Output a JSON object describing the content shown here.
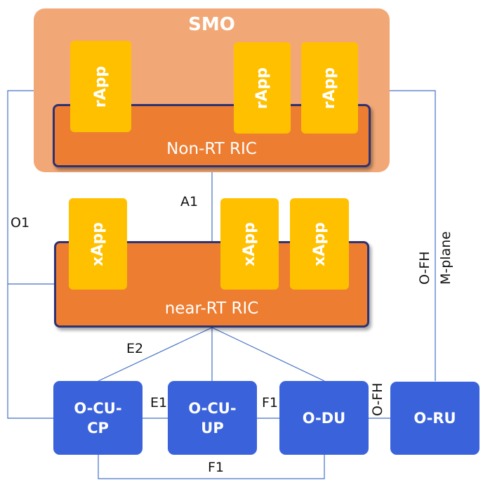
{
  "smo": {
    "title": "SMO"
  },
  "non_rt_ric": {
    "label": "Non-RT RIC",
    "rapps": [
      "rApp",
      "rApp",
      "rApp"
    ]
  },
  "near_rt_ric": {
    "label": "near-RT RIC",
    "xapps": [
      "xApp",
      "xApp",
      "xApp"
    ]
  },
  "nodes": {
    "ocu_cp": {
      "line1": "O-CU-",
      "line2": "CP"
    },
    "ocu_up": {
      "line1": "O-CU-",
      "line2": "UP"
    },
    "odu": {
      "line1": "O-DU"
    },
    "oru": {
      "line1": "O-RU"
    }
  },
  "interfaces": {
    "a1": "A1",
    "o1": "O1",
    "e2": "E2",
    "e1": "E1",
    "f1_top": "F1",
    "f1_bottom": "F1",
    "ofh": "O-FH",
    "ofh_mplane_line1": "O-FH",
    "ofh_mplane_line2": "M-plane"
  },
  "colors": {
    "smo": "#f2a876",
    "ric": "#ed7d31",
    "ric_border": "#2e3270",
    "app": "#ffc000",
    "node": "#3a62db",
    "connector": "#4472c4"
  }
}
